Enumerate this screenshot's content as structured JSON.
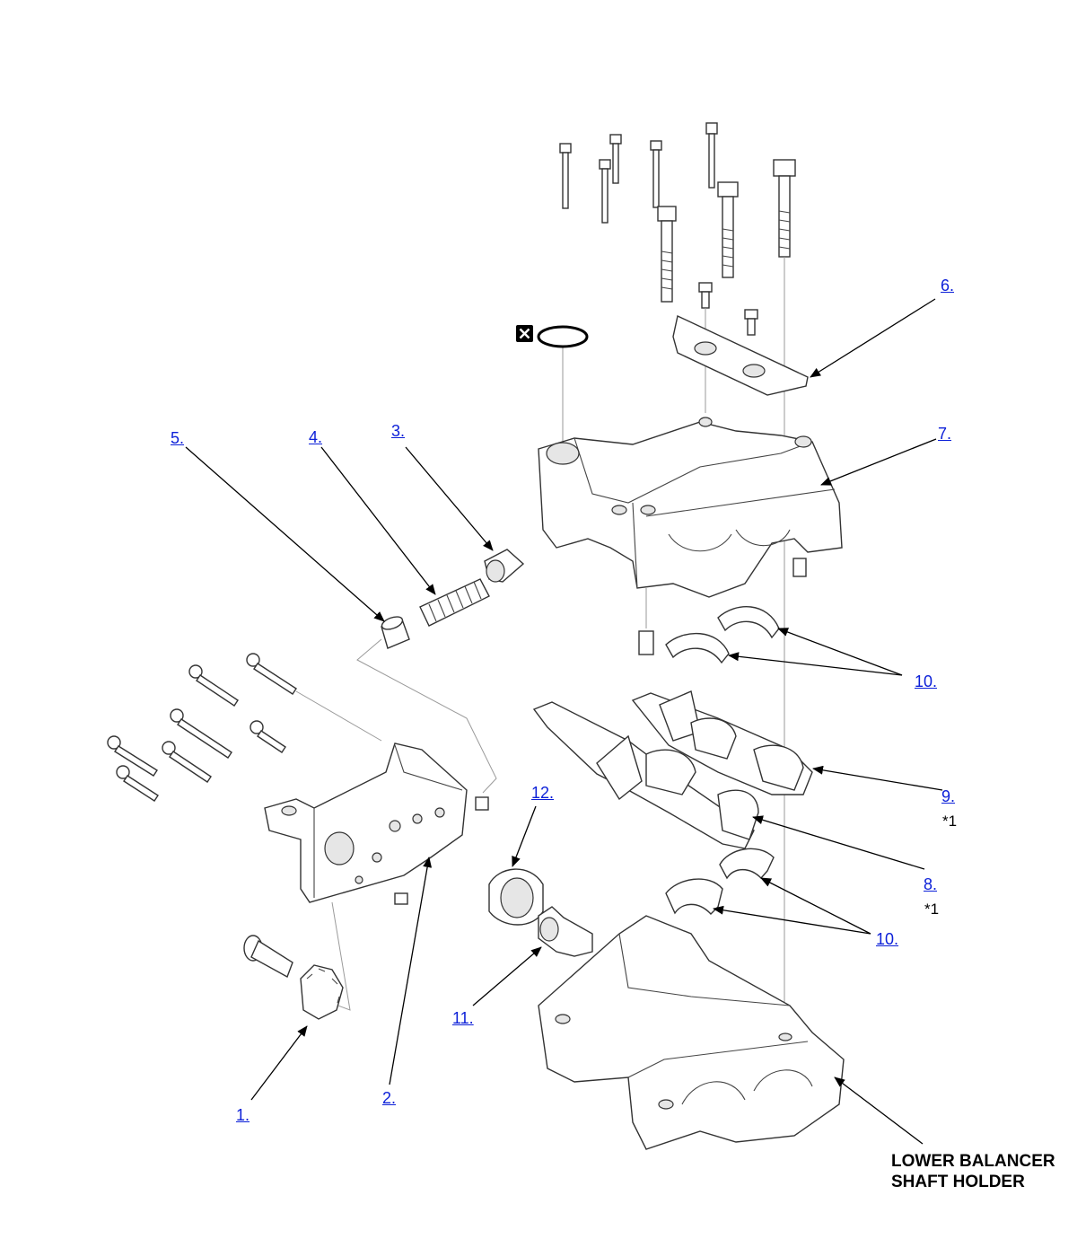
{
  "callouts": {
    "c1": "1.",
    "c2": "2.",
    "c3": "3.",
    "c4": "4.",
    "c5": "5.",
    "c6": "6.",
    "c7": "7.",
    "c8": "8.",
    "c9": "9.",
    "c10a": "10.",
    "c10b": "10.",
    "c11": "11.",
    "c12": "12."
  },
  "notes": {
    "n8": "*1",
    "n9": "*1"
  },
  "labels": {
    "lower_holder_line1": "LOWER BALANCER",
    "lower_holder_line2": "SHAFT HOLDER"
  },
  "icons": {
    "replace_symbol": "replace-part-icon"
  },
  "colors": {
    "link": "#0b1fd8",
    "line": "#000000"
  }
}
